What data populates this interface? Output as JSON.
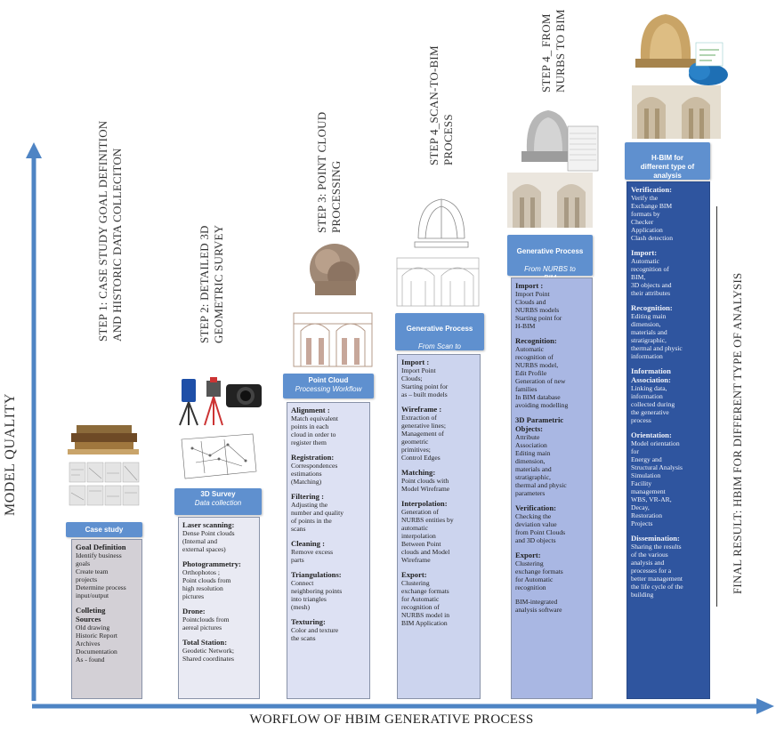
{
  "axes": {
    "y_label": "MODEL QUALITY",
    "x_label": "WORFLOW OF HBIM GENERATIVE PROCESS",
    "final_result": "FINAL RESULT: HBIM FOR DIFFERENT TYPE OF ANALYSIS"
  },
  "steps": [
    {
      "title": "STEP 1: CASE STUDY GOAL DEFINITION\nAND HISTORIC DATA COLLECITON"
    },
    {
      "title": "STEP 2: DETAILED 3D\nGEOMETRIC SURVEY"
    },
    {
      "title": "STEP 3: POINT CLOUD\nPROCESSING"
    },
    {
      "title": "STEP 4_SCAN-TO-BIM\nPROCESS"
    },
    {
      "title": "STEP 4_ FROM\nNURBS TO BIM"
    }
  ],
  "columns": [
    {
      "header": "Case study",
      "subheader": "",
      "sections": [
        {
          "title": "Goal Definition",
          "body": "Identify business\ngoals\nCreate team\nprojects\nDetermine process\ninput/output"
        },
        {
          "title": "Colleting\nSources",
          "body": "Old drawing\nHistoric Report\nArchives\nDocumentation\nAs - found"
        }
      ]
    },
    {
      "header": "3D Survey",
      "subheader": "Data collection",
      "sections": [
        {
          "title": "Laser scanning:",
          "body": "Dense Point clouds\n(Internal and\nexternal spaces)"
        },
        {
          "title": "Photogrammetry:",
          "body": "Orthophotos ;\nPoint clouds from\nhigh resolution\npictures"
        },
        {
          "title": "Drone:",
          "body": "Pointclouds from\naereal pictures"
        },
        {
          "title": "Total Station:",
          "body": "Geodetic Network;\nShared coordinates"
        }
      ]
    },
    {
      "header": "Point Cloud",
      "subheader": "Processing Workflow",
      "sections": [
        {
          "title": "Alignment :",
          "body": "Match equivalent\npoints in each\ncloud in order to\nregister them"
        },
        {
          "title": "Registration:",
          "body": "Correspondences\nestimations\n(Matching)"
        },
        {
          "title": "Filtering :",
          "body": "Adjusting the\nnumber and quality\nof points in the\nscans"
        },
        {
          "title": "Cleaning :",
          "body": "Remove excess\nparts"
        },
        {
          "title": "Triangulations:",
          "body": "Connect\nneighboring points\ninto triangles\n(mesh)"
        },
        {
          "title": "Texturing:",
          "body": "Color and texture\nthe scans"
        }
      ]
    },
    {
      "header": "Generative Process",
      "subheader": "From Scan to\nNURBS",
      "sections": [
        {
          "title": "Import :",
          "body": "Import Point\nClouds;\nStarting point for\nas – built models"
        },
        {
          "title": "Wireframe :",
          "body": "Extraction of\ngenerative lines;\nManagement of\ngeometric\nprimitives;\nControl Edges"
        },
        {
          "title": "Matching:",
          "body": "Point clouds with\nModel Wireframe"
        },
        {
          "title": "Interpolation:",
          "body": "Generation of\nNURBS entities by\nautomatic\ninterpolation\nBetween Point\nclouds and Model\nWireframe"
        },
        {
          "title": "Export:",
          "body": "Clustering\nexchange formats\nfor Automatic\nrecognition of\nNURBS model in\nBIM Application"
        }
      ]
    },
    {
      "header": "Generative Process",
      "subheader": "From NURBS to\nBIM",
      "sections": [
        {
          "title": "Import :",
          "body": "Import Point\nClouds and\nNURBS models\nStarting point for\nH-BIM"
        },
        {
          "title": "Recognition:",
          "body": "Automatic\nrecognition of\nNURBS model,\nEdit Profile\nGeneration of new\nfamilies\nIn BIM database\navoiding modelling"
        },
        {
          "title": "3D Parametric\nObjects:",
          "body": "Attribute\nAssociation\nEditing main\ndimension,\nmaterials and\nstratigraphic,\nthermal and physic\nparameters"
        },
        {
          "title": "Verification:",
          "body": "Checking the\ndeviation value\nfrom Point Clouds\nand 3D objects"
        },
        {
          "title": "Export:",
          "body": "Clustering\nexchange formats\nfor Automatic\nrecognition"
        },
        {
          "title": "",
          "body": "BIM-integrated\nanalysis software"
        }
      ]
    },
    {
      "header": "H-BIM for\ndifferent type of\nanalysis",
      "subheader": "",
      "sections": [
        {
          "title": "Verification:",
          "body": "Verify the\nExchange BIM\nformats by\nChecker\nApplication\nClash detection"
        },
        {
          "title": "Import:",
          "body": "Automatic\nrecognition of\nBIM,\n3D objects and\ntheir attributes"
        },
        {
          "title": "Recognition:",
          "body": "Editing main\ndimension,\nmaterials and\nstratigraphic,\nthermal and physic\ninformation"
        },
        {
          "title": "Information\nAssociation:",
          "body": "Linking data,\ninformation\ncollected during\nthe generative\nprocess"
        },
        {
          "title": "Orientation:",
          "body": "Model orientation\nfor\nEnergy and\nStructural Analysis\nSimulation\nFacility\nmanagement\nWBS, VR-AR,\nDecay,\nRestoration\nProjects"
        },
        {
          "title": "Dissemination:",
          "body": "Sharing the results\nof the various\nanalysis and\nprocesses for a\nbetter management\nthe life cycle of the\nbuilding"
        }
      ]
    }
  ]
}
